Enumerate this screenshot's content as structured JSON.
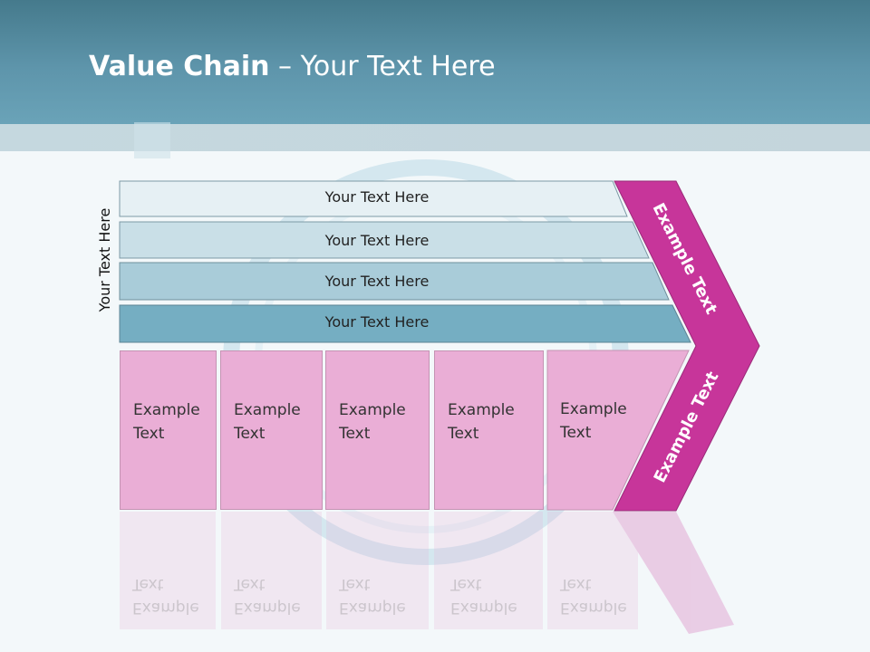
{
  "title": {
    "bold": "Value Chain",
    "rest": " – Your Text Here"
  },
  "side_label": "Your Text Here",
  "rows": [
    {
      "label": "Your Text Here",
      "color": "#e6f0f4"
    },
    {
      "label": "Your Text Here",
      "color": "#c9dfe7"
    },
    {
      "label": "Your Text Here",
      "color": "#a9ccd9"
    },
    {
      "label": "Your Text Here",
      "color": "#75aec2"
    }
  ],
  "boxes": [
    {
      "line1": "Example",
      "line2": "Text"
    },
    {
      "line1": "Example",
      "line2": "Text"
    },
    {
      "line1": "Example",
      "line2": "Text"
    },
    {
      "line1": "Example",
      "line2": "Text"
    },
    {
      "line1": "Example",
      "line2": "Text"
    }
  ],
  "chevron": {
    "upper": "Example Text",
    "lower": "Example Text",
    "color": "#c7359a"
  },
  "colors": {
    "header": "#5a90a6",
    "box": "#eaaed6"
  }
}
